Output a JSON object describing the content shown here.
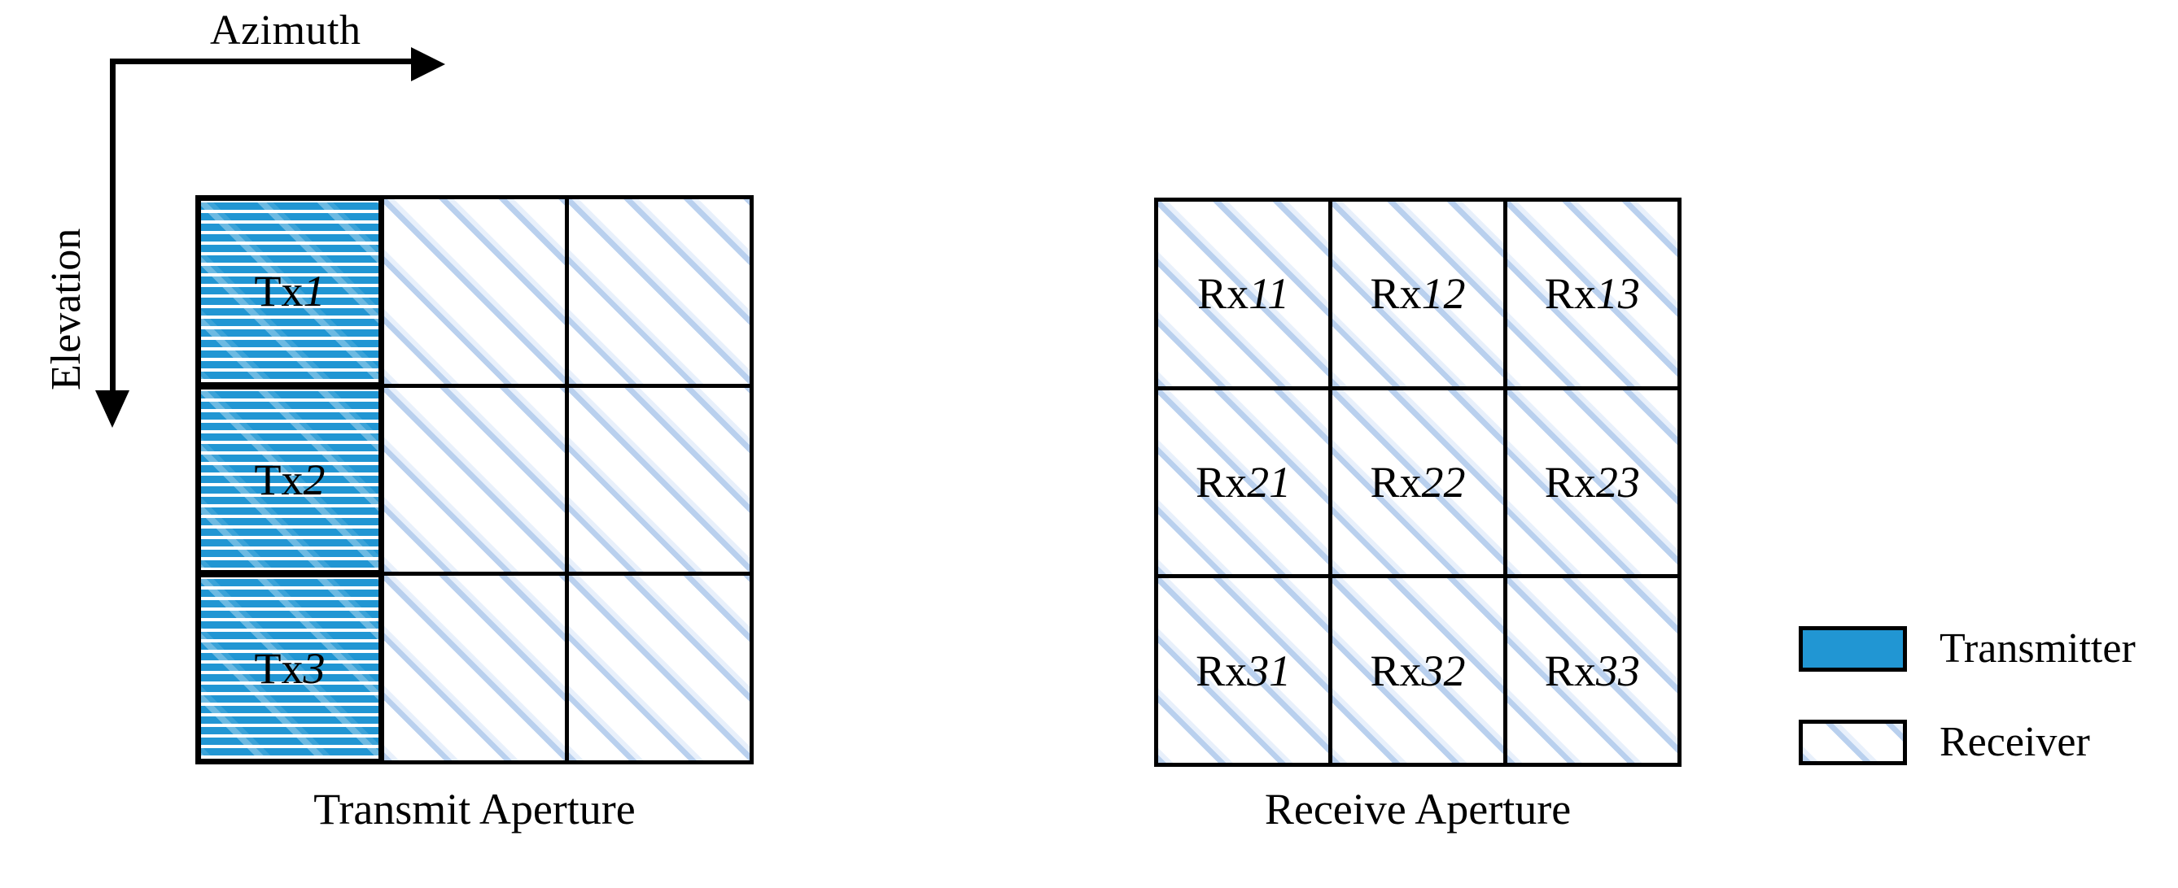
{
  "axes": {
    "horizontal_label": "Azimuth",
    "vertical_label": "Elevation"
  },
  "transmit_aperture": {
    "caption": "Transmit Aperture",
    "rows": 3,
    "cols": 3,
    "cells": [
      [
        {
          "label_prefix": "Tx",
          "label_index": "1",
          "type": "transmitter"
        },
        {
          "label_prefix": "",
          "label_index": "",
          "type": "receiver"
        },
        {
          "label_prefix": "",
          "label_index": "",
          "type": "receiver"
        }
      ],
      [
        {
          "label_prefix": "Tx",
          "label_index": "2",
          "type": "transmitter"
        },
        {
          "label_prefix": "",
          "label_index": "",
          "type": "receiver"
        },
        {
          "label_prefix": "",
          "label_index": "",
          "type": "receiver"
        }
      ],
      [
        {
          "label_prefix": "Tx",
          "label_index": "3",
          "type": "transmitter"
        },
        {
          "label_prefix": "",
          "label_index": "",
          "type": "receiver"
        },
        {
          "label_prefix": "",
          "label_index": "",
          "type": "receiver"
        }
      ]
    ]
  },
  "receive_aperture": {
    "caption": "Receive Aperture",
    "rows": 3,
    "cols": 3,
    "cells": [
      [
        {
          "label_prefix": "Rx",
          "label_index": "11",
          "type": "receiver"
        },
        {
          "label_prefix": "Rx",
          "label_index": "12",
          "type": "receiver"
        },
        {
          "label_prefix": "Rx",
          "label_index": "13",
          "type": "receiver"
        }
      ],
      [
        {
          "label_prefix": "Rx",
          "label_index": "21",
          "type": "receiver"
        },
        {
          "label_prefix": "Rx",
          "label_index": "22",
          "type": "receiver"
        },
        {
          "label_prefix": "Rx",
          "label_index": "23",
          "type": "receiver"
        }
      ],
      [
        {
          "label_prefix": "Rx",
          "label_index": "31",
          "type": "receiver"
        },
        {
          "label_prefix": "Rx",
          "label_index": "32",
          "type": "receiver"
        },
        {
          "label_prefix": "Rx",
          "label_index": "33",
          "type": "receiver"
        }
      ]
    ]
  },
  "legend": {
    "items": [
      {
        "label": "Transmitter",
        "swatch": "solid-blue",
        "color": "#2196D3"
      },
      {
        "label": "Receiver",
        "swatch": "blue-diagonal-hatch",
        "color": "#B9D0EE"
      }
    ]
  },
  "colors": {
    "transmitter_fill": "#2196D3",
    "receiver_hatch": "#B9D0EE",
    "stroke": "#000000",
    "background": "#FFFFFF"
  }
}
